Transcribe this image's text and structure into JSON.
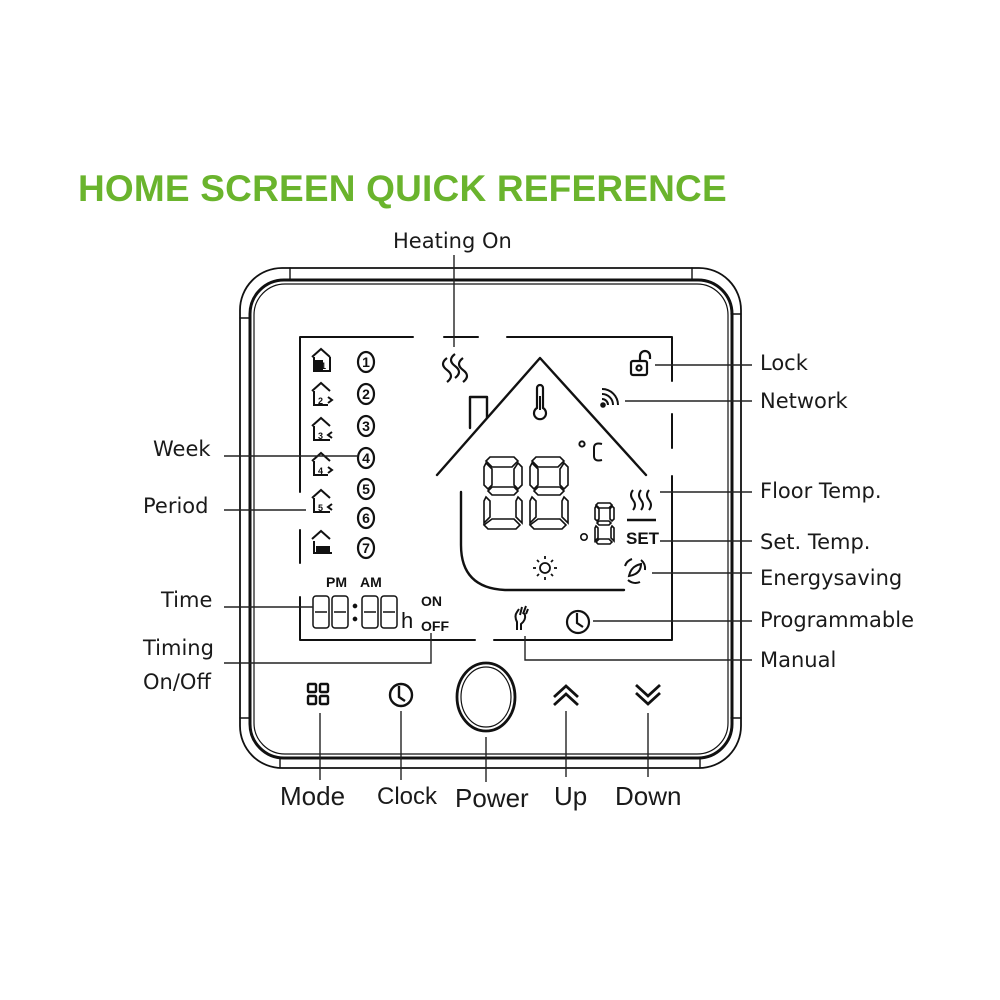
{
  "title": "HOME SCREEN QUICK REFERENCE",
  "colors": {
    "title": "#6ab42d",
    "line": "#111111",
    "text": "#1a1a1a"
  },
  "callouts": {
    "heating_on": "Heating On",
    "lock": "Lock",
    "network": "Network",
    "floor_temp": "Floor Temp.",
    "set_temp": "Set. Temp.",
    "energysaving": "Energysaving",
    "programmable": "Programmable",
    "manual": "Manual",
    "week": "Week",
    "period": "Period",
    "time": "Time",
    "timing_on_off_line1": "Timing",
    "timing_on_off_line2": "On/Off"
  },
  "lcd": {
    "week_days": [
      "1",
      "2",
      "3",
      "4",
      "5",
      "6",
      "7"
    ],
    "period_icons": [
      "period-1-home-icon",
      "period-2-leave-icon",
      "period-3-return-icon",
      "period-4-leave-icon",
      "period-5-return-icon",
      "period-6-sleep-icon"
    ],
    "pm": "PM",
    "am": "AM",
    "clock_digits": "88:88",
    "hour_unit": "h",
    "timer_on": "ON",
    "timer_off": "OFF",
    "temp_digits": "88.8",
    "temp_unit": "°C",
    "set_label": "SET",
    "icons": [
      "heating-waves-icon",
      "thermometer-icon",
      "lock-icon",
      "network-signal-icon",
      "floor-heat-icon",
      "sun-icon",
      "energy-saving-leaf-icon",
      "manual-hand-icon",
      "programmable-clock-icon"
    ]
  },
  "buttons": [
    {
      "id": "mode",
      "label": "Mode",
      "icon": "mode-grid-icon"
    },
    {
      "id": "clock",
      "label": "Clock",
      "icon": "clock-icon"
    },
    {
      "id": "power",
      "label": "Power",
      "icon": "power-circle-icon"
    },
    {
      "id": "up",
      "label": "Up",
      "icon": "chevron-double-up-icon"
    },
    {
      "id": "down",
      "label": "Down",
      "icon": "chevron-double-down-icon"
    }
  ]
}
